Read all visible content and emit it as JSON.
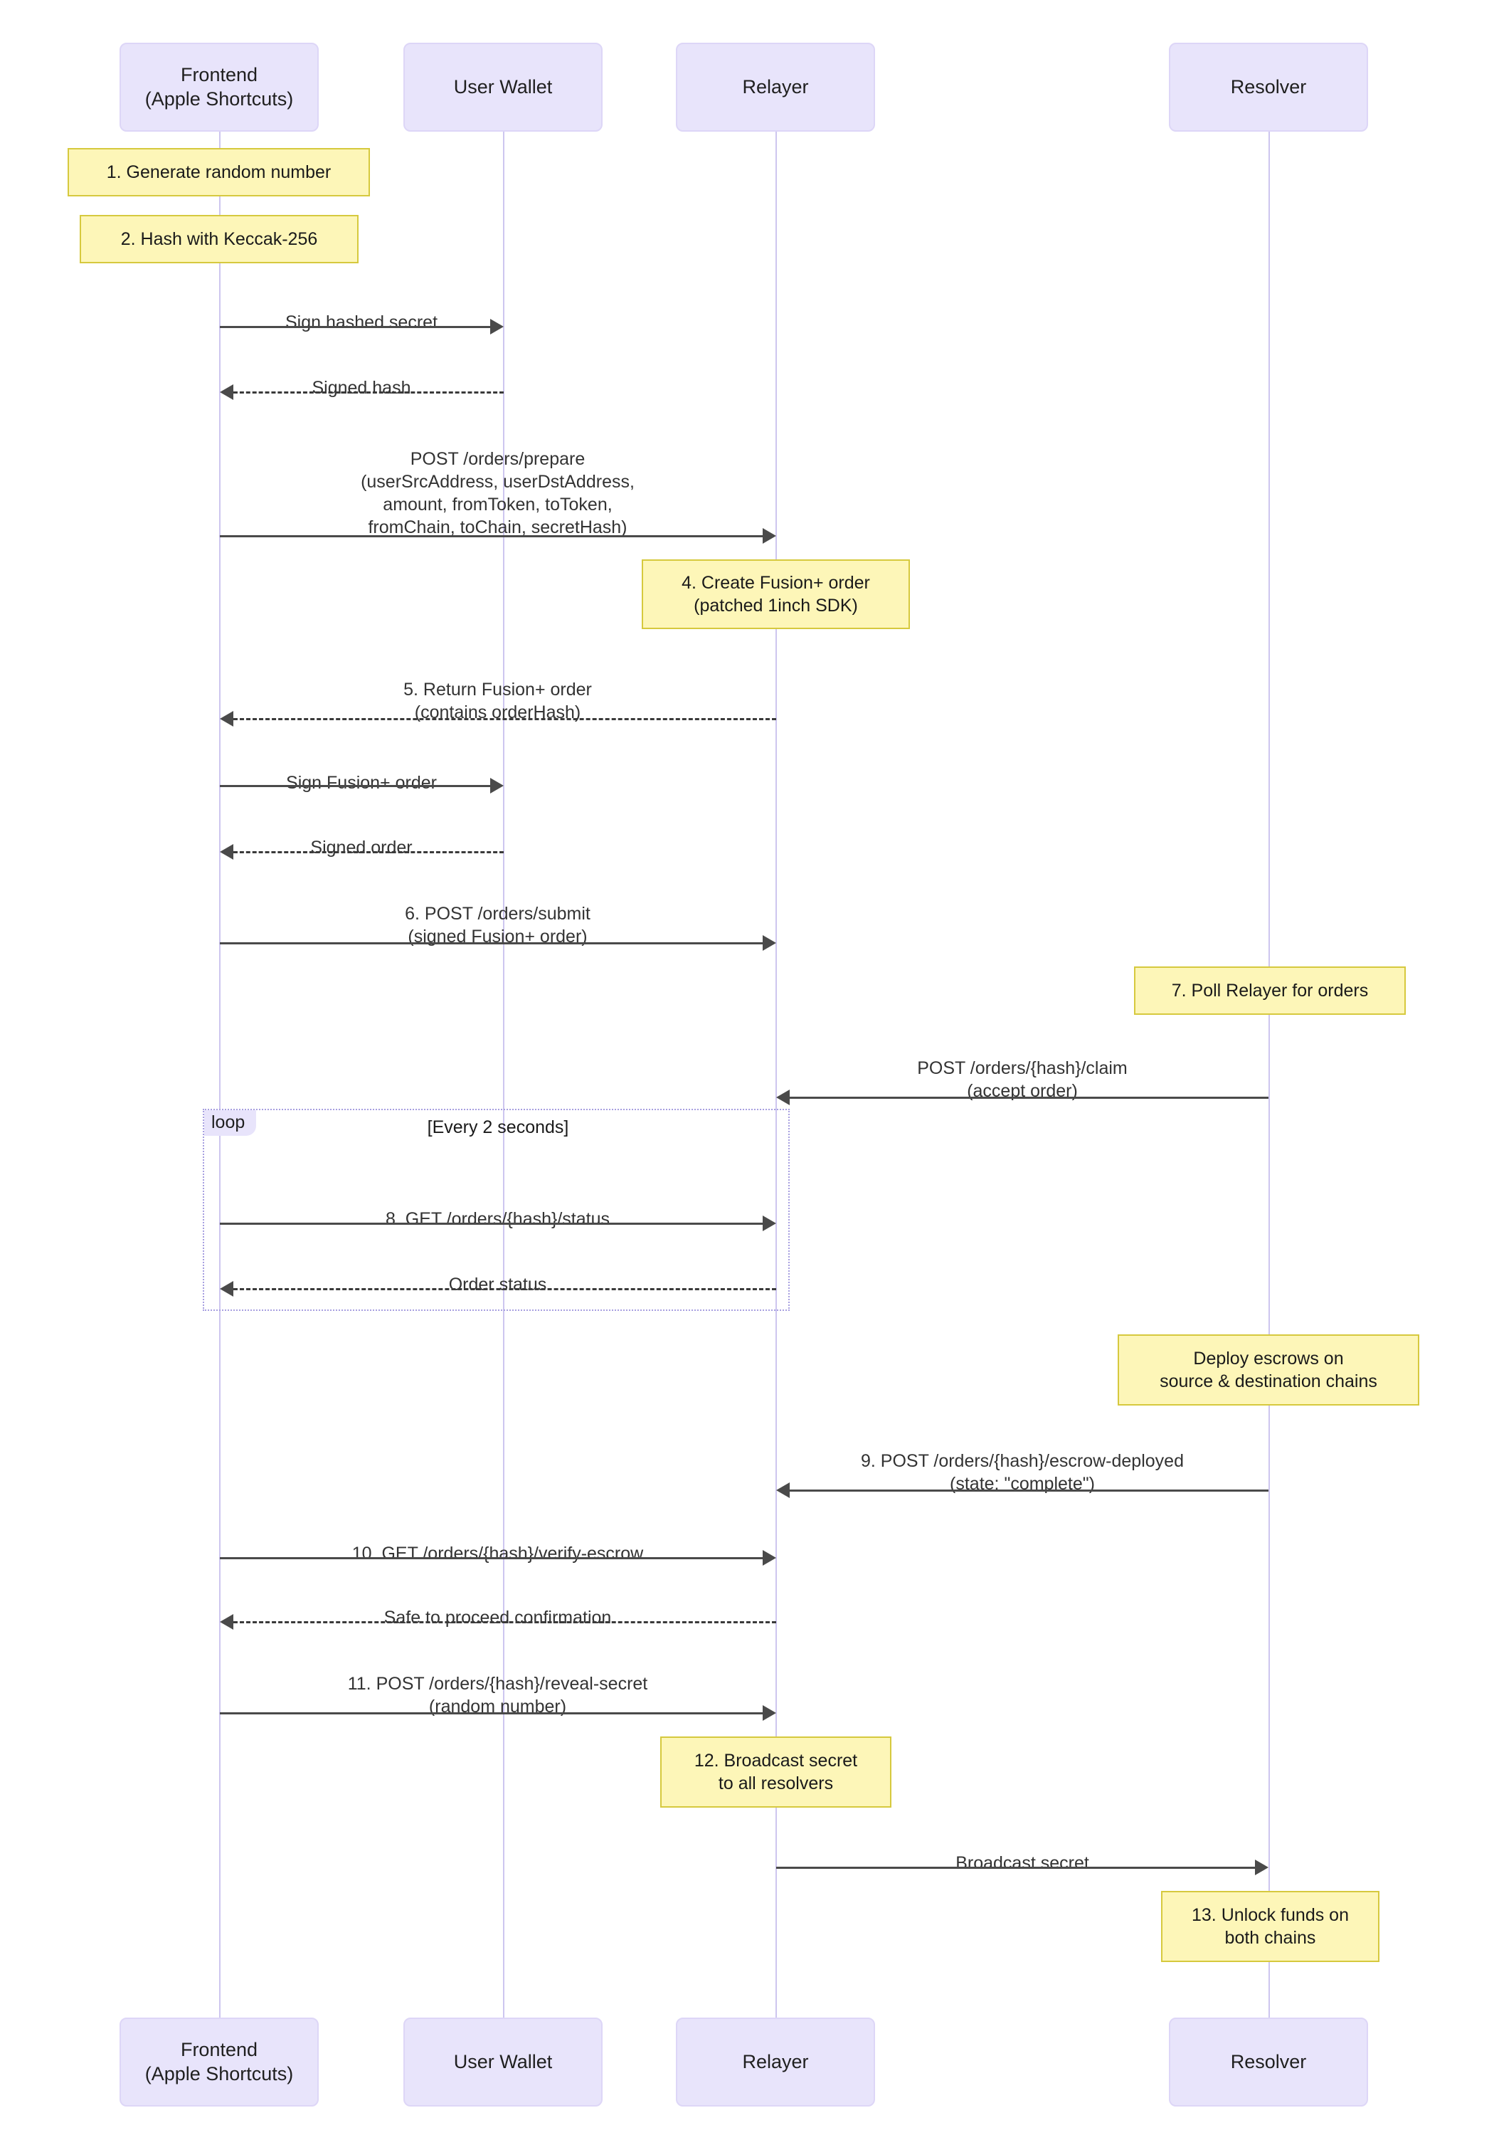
{
  "diagram": {
    "type": "sequence-diagram",
    "colors": {
      "actor_fill": "#e8e4fb",
      "actor_stroke": "#ddd6f7",
      "lifeline": "#cdc6ef",
      "note_fill": "#fdf6b8",
      "note_stroke": "#d6c93e",
      "arrow": "#4a4a4a",
      "loop_stroke": "#a79fe0"
    },
    "participants": [
      {
        "id": "frontend",
        "label": "Frontend\n(Apple Shortcuts)"
      },
      {
        "id": "wallet",
        "label": "User Wallet"
      },
      {
        "id": "relayer",
        "label": "Relayer"
      },
      {
        "id": "resolver",
        "label": "Resolver"
      }
    ],
    "notes": [
      {
        "id": "note-1",
        "text": "1. Generate random number",
        "over": "frontend"
      },
      {
        "id": "note-2",
        "text": "2. Hash with Keccak-256",
        "over": "frontend"
      },
      {
        "id": "note-4",
        "text": "4. Create Fusion+ order\n(patched 1inch SDK)",
        "over": "relayer"
      },
      {
        "id": "note-7",
        "text": "7. Poll Relayer for orders",
        "over": "resolver"
      },
      {
        "id": "note-deploy",
        "text": "Deploy escrows on\nsource & destination chains",
        "over": "resolver"
      },
      {
        "id": "note-12",
        "text": "12. Broadcast secret\nto all resolvers",
        "over": "relayer"
      },
      {
        "id": "note-13",
        "text": "13. Unlock funds on\nboth chains",
        "over": "resolver"
      }
    ],
    "messages": [
      {
        "id": "msg-sign-hashed-secret",
        "text": "Sign hashed secret",
        "from": "frontend",
        "to": "wallet",
        "style": "solid",
        "direction": "right"
      },
      {
        "id": "msg-signed-hash",
        "text": "Signed hash",
        "from": "wallet",
        "to": "frontend",
        "style": "dashed",
        "direction": "left"
      },
      {
        "id": "msg-orders-prepare",
        "text": "POST /orders/prepare\n(userSrcAddress, userDstAddress,\namount, fromToken, toToken,\nfromChain, toChain, secretHash)",
        "from": "frontend",
        "to": "relayer",
        "style": "solid",
        "direction": "right"
      },
      {
        "id": "msg-return-fusion-order",
        "text": "5. Return Fusion+ order\n(contains orderHash)",
        "from": "relayer",
        "to": "frontend",
        "style": "dashed",
        "direction": "left"
      },
      {
        "id": "msg-sign-fusion-order",
        "text": "Sign Fusion+ order",
        "from": "frontend",
        "to": "wallet",
        "style": "solid",
        "direction": "right"
      },
      {
        "id": "msg-signed-order",
        "text": "Signed order",
        "from": "wallet",
        "to": "frontend",
        "style": "dashed",
        "direction": "left"
      },
      {
        "id": "msg-orders-submit",
        "text": "6. POST /orders/submit\n(signed Fusion+ order)",
        "from": "frontend",
        "to": "relayer",
        "style": "solid",
        "direction": "right"
      },
      {
        "id": "msg-orders-claim",
        "text": "POST /orders/{hash}/claim\n(accept order)",
        "from": "resolver",
        "to": "relayer",
        "style": "solid",
        "direction": "left"
      },
      {
        "id": "msg-orders-status",
        "text": "8. GET /orders/{hash}/status",
        "from": "frontend",
        "to": "relayer",
        "style": "solid",
        "direction": "right"
      },
      {
        "id": "msg-order-status-reply",
        "text": "Order status",
        "from": "relayer",
        "to": "frontend",
        "style": "dashed",
        "direction": "left"
      },
      {
        "id": "msg-escrow-deployed",
        "text": "9. POST /orders/{hash}/escrow-deployed\n(state: \"complete\")",
        "from": "resolver",
        "to": "relayer",
        "style": "solid",
        "direction": "left"
      },
      {
        "id": "msg-verify-escrow",
        "text": "10. GET /orders/{hash}/verify-escrow",
        "from": "frontend",
        "to": "relayer",
        "style": "solid",
        "direction": "right"
      },
      {
        "id": "msg-safe-to-proceed",
        "text": "Safe to proceed confirmation",
        "from": "relayer",
        "to": "frontend",
        "style": "dashed",
        "direction": "left"
      },
      {
        "id": "msg-reveal-secret",
        "text": "11. POST /orders/{hash}/reveal-secret\n(random number)",
        "from": "frontend",
        "to": "relayer",
        "style": "solid",
        "direction": "right"
      },
      {
        "id": "msg-broadcast-secret",
        "text": "Broadcast secret",
        "from": "relayer",
        "to": "resolver",
        "style": "solid",
        "direction": "right"
      }
    ],
    "loop": {
      "id": "loop-poll-status",
      "tag": "loop",
      "condition": "[Every 2 seconds]"
    }
  }
}
